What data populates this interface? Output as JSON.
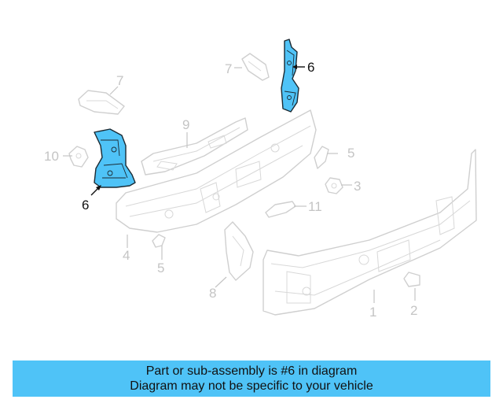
{
  "diagram": {
    "callouts": {
      "c1": "1",
      "c2": "2",
      "c3": "3",
      "c4": "4",
      "c5a": "5",
      "c5b": "5",
      "c6a": "6",
      "c6b": "6",
      "c7a": "7",
      "c7b": "7",
      "c8": "8",
      "c9": "9",
      "c10": "10",
      "c11": "11"
    },
    "highlighted_part": "6",
    "colors": {
      "highlight": "#4fc3f7",
      "banner": "#4fc3f7",
      "dim_lines": "#cfcfcf"
    }
  },
  "banner": {
    "line1": "Part or sub-assembly is #6 in diagram",
    "line2": "Diagram may not be specific to your vehicle"
  }
}
